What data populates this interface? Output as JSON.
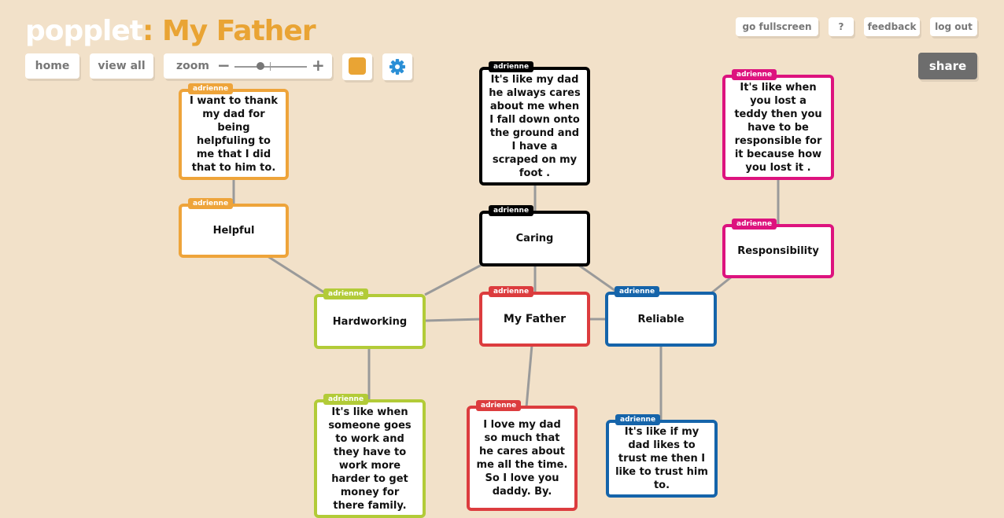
{
  "header": {
    "brand": "popplet",
    "separator": ":",
    "board_title": "My Father"
  },
  "top_bar": {
    "fullscreen": "go fullscreen",
    "help": "?",
    "feedback": "feedback",
    "logout": "log out",
    "share": "share"
  },
  "toolbar": {
    "home": "home",
    "view_all": "view all",
    "zoom_label": "zoom",
    "zoom_minus": "−",
    "zoom_plus": "+",
    "zoom_level": 0.4,
    "color_swatch": "#e9a434",
    "gear_icon": "gear-icon"
  },
  "colors": {
    "orange": "#eea43a",
    "black": "#000000",
    "pink": "#dd137e",
    "green": "#b2cb38",
    "red": "#dc3c3e",
    "blue": "#1564aa",
    "connector": "#9a9a9a"
  },
  "popples": [
    {
      "id": "thank",
      "author": "adrienne",
      "text": "I want to thank my dad for being helpfuling to me that I did that to him to.",
      "color": "orange"
    },
    {
      "id": "helpful",
      "author": "adrienne",
      "text": "Helpful",
      "color": "orange"
    },
    {
      "id": "scraped",
      "author": "adrienne",
      "text": "It's like my dad he always  cares about me when I fall down onto the ground and I have a scraped on my foot .",
      "color": "black"
    },
    {
      "id": "caring",
      "author": "adrienne",
      "text": "Caring",
      "color": "black"
    },
    {
      "id": "teddy",
      "author": "adrienne",
      "text": "It's like when you lost a teddy then you have to be responsible for it because how you lost it .",
      "color": "pink"
    },
    {
      "id": "responsibility",
      "author": "adrienne",
      "text": "Responsibility",
      "color": "pink"
    },
    {
      "id": "hardworking",
      "author": "adrienne",
      "text": "Hardworking",
      "color": "green"
    },
    {
      "id": "myfather",
      "author": "adrienne",
      "text": "My Father",
      "color": "red"
    },
    {
      "id": "reliable",
      "author": "adrienne",
      "text": "Reliable",
      "color": "blue"
    },
    {
      "id": "work",
      "author": "adrienne",
      "text": "It's like when someone goes to work and they have to work more harder to get money for there family.",
      "color": "green"
    },
    {
      "id": "love",
      "author": "adrienne",
      "text": "I love my dad so much that he cares about me all the time. So I love you daddy. By.",
      "color": "red"
    },
    {
      "id": "trust",
      "author": "adrienne",
      "text": "It's like if my dad likes to trust me then I like to trust him to.",
      "color": "blue"
    }
  ]
}
